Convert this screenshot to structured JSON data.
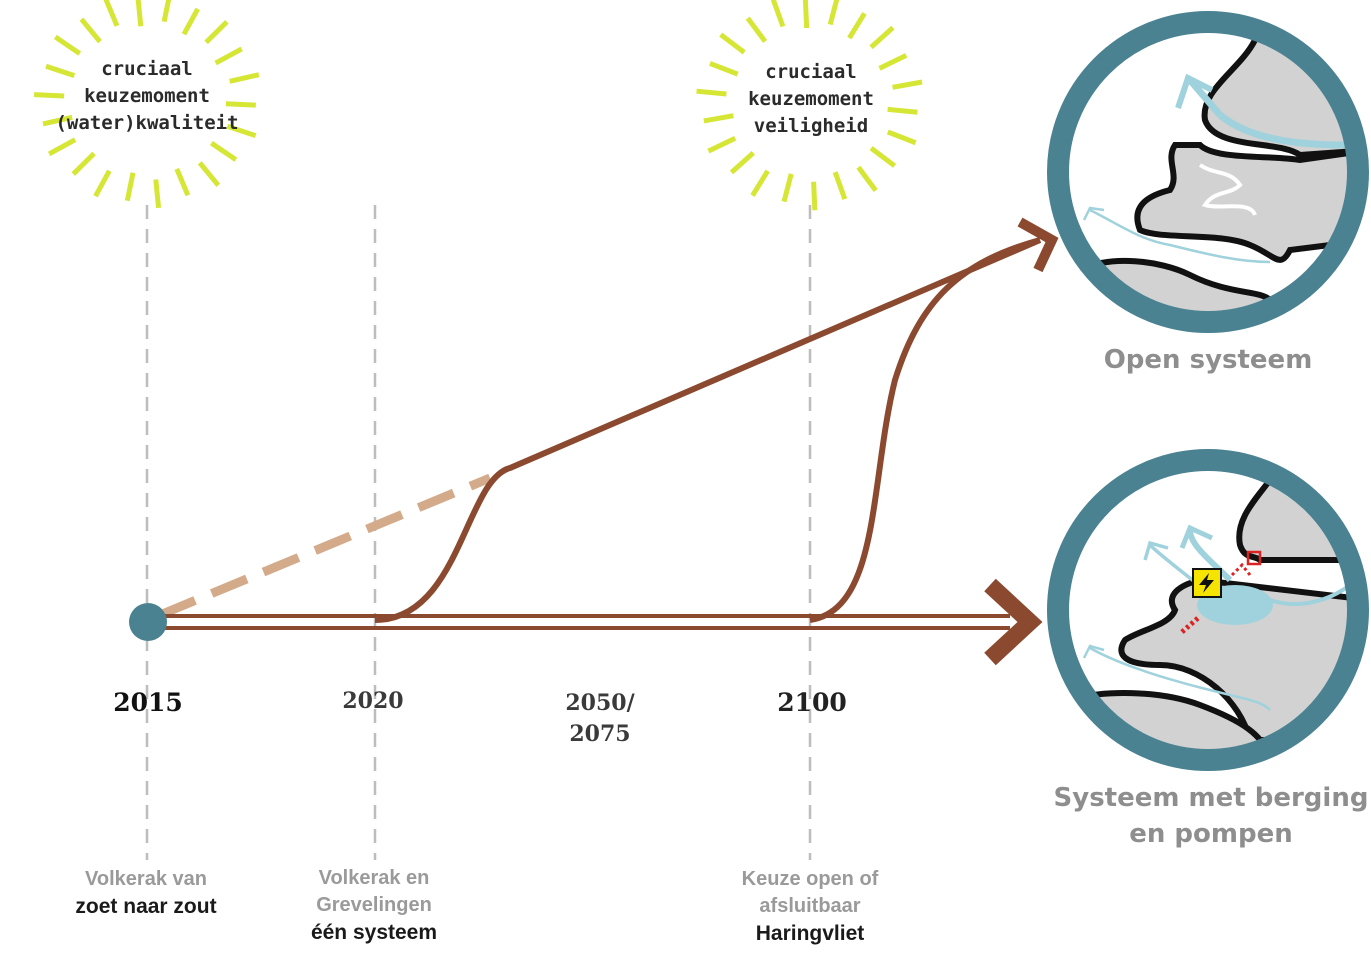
{
  "decision_moments": [
    {
      "lines": [
        "cruciaal",
        "keuzemoment",
        "(water)kwaliteit"
      ]
    },
    {
      "lines": [
        "cruciaal",
        "keuzemoment",
        "veiligheid"
      ]
    }
  ],
  "timeline": {
    "years": [
      {
        "lines": [
          "2015"
        ]
      },
      {
        "lines": [
          "2020"
        ]
      },
      {
        "lines": [
          "2050/",
          "2075"
        ]
      },
      {
        "lines": [
          "2100"
        ]
      }
    ],
    "captions": [
      {
        "grey": [
          "Volkerak van"
        ],
        "black": "zoet naar zout"
      },
      {
        "grey": [
          "Volkerak en",
          "Grevelingen"
        ],
        "black": "één systeem"
      },
      {
        "grey": [
          "Keuze open of",
          "afsluitbaar"
        ],
        "black": "Haringvliet"
      }
    ]
  },
  "outcomes": [
    {
      "lines": [
        "Open systeem"
      ]
    },
    {
      "lines": [
        "Systeem met berging",
        "en pompen"
      ]
    }
  ],
  "colors": {
    "path_brown": "#8b4a2f",
    "dashed_path": "#d4ab8a",
    "node_teal": "#4a8292",
    "ring_teal": "#4a8292",
    "burst_yellow": "#d6e635",
    "water_blue": "#9fd2dc",
    "land_grey": "#d2d2d2",
    "pump_yellow": "#f5e400"
  },
  "icons": [
    "sunburst-icon",
    "start-node-icon",
    "arrow-head-icon",
    "map-open-system-icon",
    "map-storage-pump-icon",
    "pump-station-icon"
  ]
}
